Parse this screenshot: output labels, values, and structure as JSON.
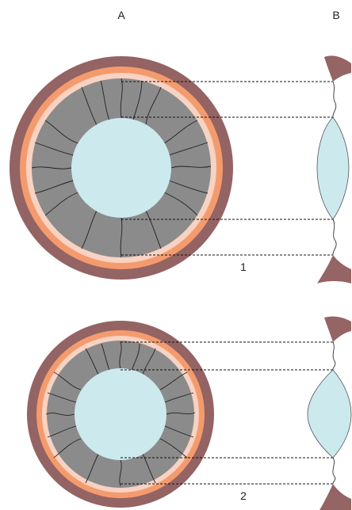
{
  "labels": {
    "column_a": "A",
    "column_b": "B",
    "state_1": "1",
    "state_2": "2"
  },
  "colors": {
    "outer_ring": "#946363",
    "orange_ring": "#f49b6e",
    "pink_ring": "#f8d2c2",
    "ciliary_gray": "#8b8b8b",
    "pupil_lens": "#cce9ee",
    "sclera_cap": "#956464",
    "guide_line": "#111111"
  }
}
